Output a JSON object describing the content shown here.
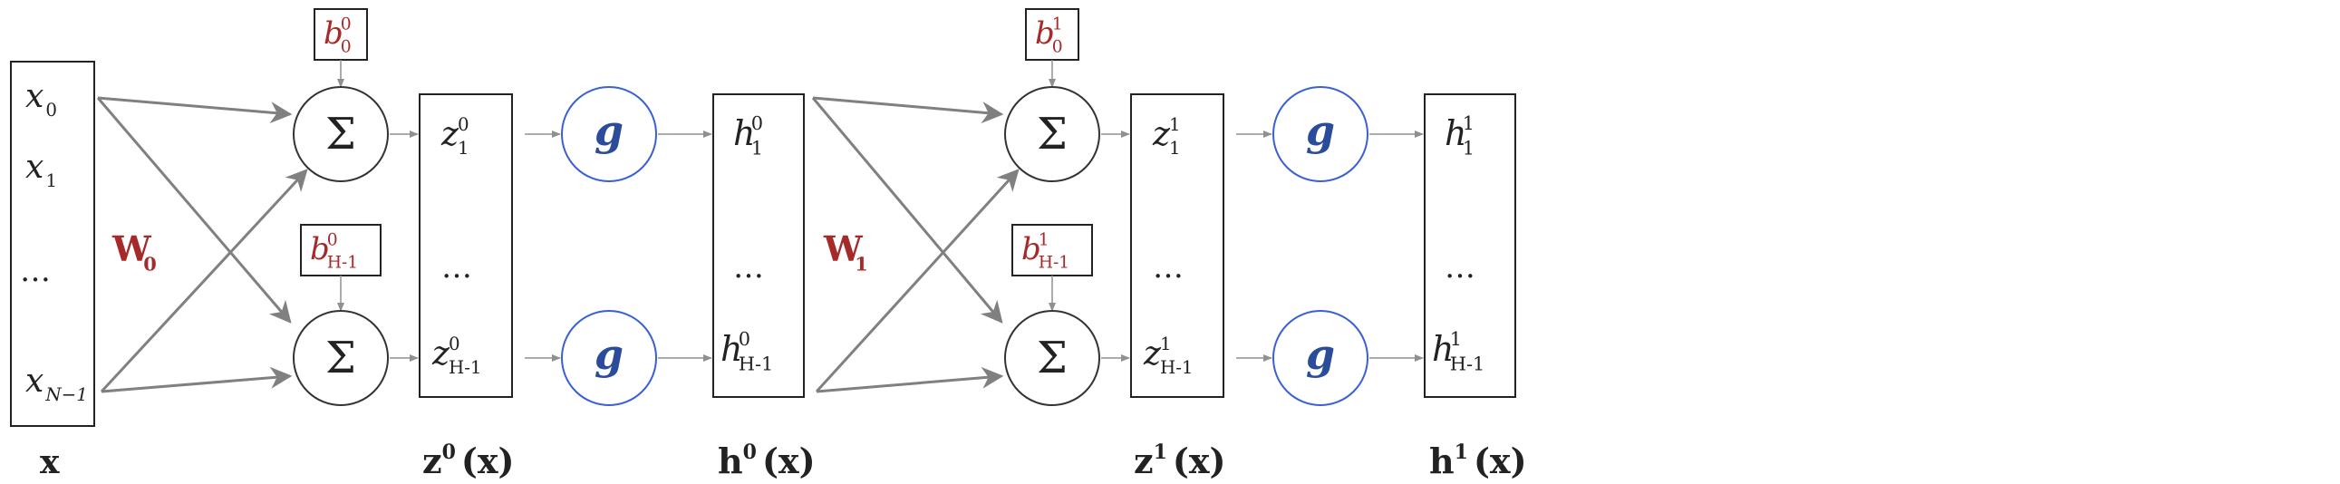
{
  "input": {
    "items": [
      {
        "base": "x",
        "sub": "0"
      },
      {
        "base": "x",
        "sub": "1"
      },
      {
        "base": "…",
        "sub": ""
      },
      {
        "base": "x",
        "sub": "N−1"
      }
    ],
    "caption": "x"
  },
  "layers": [
    {
      "weight": {
        "base": "W",
        "sub": "0"
      },
      "bias_top": {
        "base": "b",
        "sup": "0",
        "sub": "0"
      },
      "bias_bottom": {
        "base": "b",
        "sup": "0",
        "sub": "H-1"
      },
      "sum_symbol": "Σ",
      "activation": "g",
      "z_top": {
        "base": "z",
        "sup": "0",
        "sub": "1"
      },
      "z_bottom": {
        "base": "z",
        "sup": "0",
        "sub": "H-1"
      },
      "h_top": {
        "base": "h",
        "sup": "0",
        "sub": "1"
      },
      "h_bottom": {
        "base": "h",
        "sup": "0",
        "sub": "H-1"
      },
      "ellipsis": "…",
      "z_caption": {
        "base": "z",
        "sup": "0",
        "arg": "(x)"
      },
      "h_caption": {
        "base": "h",
        "sup": "0",
        "arg": "(x)"
      }
    },
    {
      "weight": {
        "base": "W",
        "sub": "1"
      },
      "bias_top": {
        "base": "b",
        "sup": "1",
        "sub": "0"
      },
      "bias_bottom": {
        "base": "b",
        "sup": "1",
        "sub": "H-1"
      },
      "sum_symbol": "Σ",
      "activation": "g",
      "z_top": {
        "base": "z",
        "sup": "1",
        "sub": "1"
      },
      "z_bottom": {
        "base": "z",
        "sup": "1",
        "sub": "H-1"
      },
      "h_top": {
        "base": "h",
        "sup": "1",
        "sub": "1"
      },
      "h_bottom": {
        "base": "h",
        "sup": "1",
        "sub": "H-1"
      },
      "ellipsis": "…",
      "z_caption": {
        "base": "z",
        "sup": "1",
        "arg": "(x)"
      },
      "h_caption": {
        "base": "h",
        "sup": "1",
        "arg": "(x)"
      }
    }
  ],
  "colors": {
    "bias": "#a52a2a",
    "weight": "#a52a2a",
    "activation_circle": "#3b5fd6",
    "activation_text": "#2b4c9a",
    "arrow": "#808080",
    "box": "#222222"
  }
}
